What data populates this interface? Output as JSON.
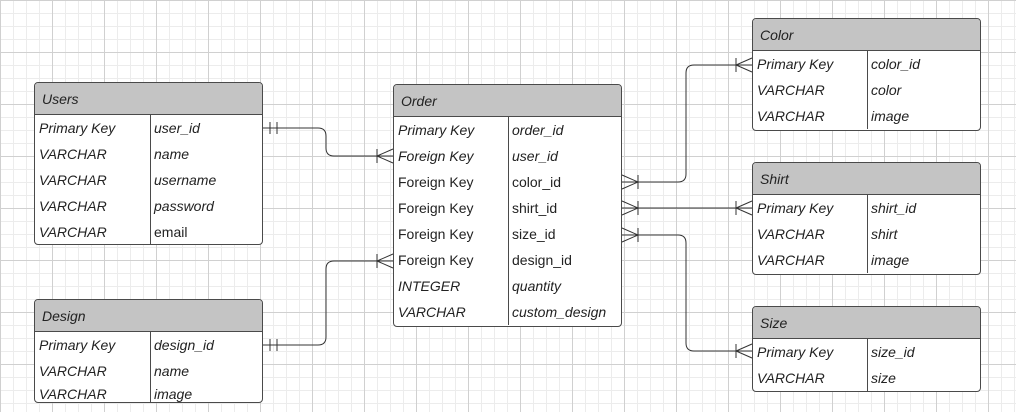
{
  "entities": {
    "users": {
      "title": "Users",
      "fields": [
        {
          "type": "Primary Key",
          "name": "user_id"
        },
        {
          "type": "VARCHAR",
          "name": "name"
        },
        {
          "type": "VARCHAR",
          "name": "username"
        },
        {
          "type": "VARCHAR",
          "name": "password"
        },
        {
          "type": "VARCHAR",
          "name": "email"
        }
      ]
    },
    "design": {
      "title": "Design",
      "fields": [
        {
          "type": "Primary Key",
          "name": "design_id"
        },
        {
          "type": "VARCHAR",
          "name": "name"
        },
        {
          "type": "VARCHAR",
          "name": "image"
        }
      ]
    },
    "order": {
      "title": "Order",
      "fields": [
        {
          "type": "Primary Key",
          "name": "order_id"
        },
        {
          "type": "Foreign Key",
          "name": "user_id"
        },
        {
          "type": "Foreign Key",
          "name": "color_id"
        },
        {
          "type": "Foreign Key",
          "name": "shirt_id"
        },
        {
          "type": "Foreign Key",
          "name": "size_id"
        },
        {
          "type": "Foreign Key",
          "name": "design_id"
        },
        {
          "type": "INTEGER",
          "name": "quantity"
        },
        {
          "type": "VARCHAR",
          "name": "custom_design"
        }
      ]
    },
    "color": {
      "title": "Color",
      "fields": [
        {
          "type": "Primary Key",
          "name": "color_id"
        },
        {
          "type": "VARCHAR",
          "name": "color"
        },
        {
          "type": "VARCHAR",
          "name": "image"
        }
      ]
    },
    "shirt": {
      "title": "Shirt",
      "fields": [
        {
          "type": "Primary Key",
          "name": "shirt_id"
        },
        {
          "type": "VARCHAR",
          "name": "shirt"
        },
        {
          "type": "VARCHAR",
          "name": "image"
        }
      ]
    },
    "size": {
      "title": "Size",
      "fields": [
        {
          "type": "Primary Key",
          "name": "size_id"
        },
        {
          "type": "VARCHAR",
          "name": "size"
        }
      ]
    }
  },
  "relationships": [
    {
      "from": "users.user_id",
      "to": "order.user_id",
      "from_end": "one-and-only-one",
      "to_end": "one-or-many"
    },
    {
      "from": "design.design_id",
      "to": "order.design_id",
      "from_end": "one-and-only-one",
      "to_end": "one-or-many"
    },
    {
      "from": "order.color_id",
      "to": "color.color_id",
      "from_end": "many",
      "to_end": "one-or-many"
    },
    {
      "from": "order.shirt_id",
      "to": "shirt.shirt_id",
      "from_end": "many",
      "to_end": "one-or-many"
    },
    {
      "from": "order.size_id",
      "to": "size.size_id",
      "from_end": "many",
      "to_end": "one-or-many"
    }
  ]
}
